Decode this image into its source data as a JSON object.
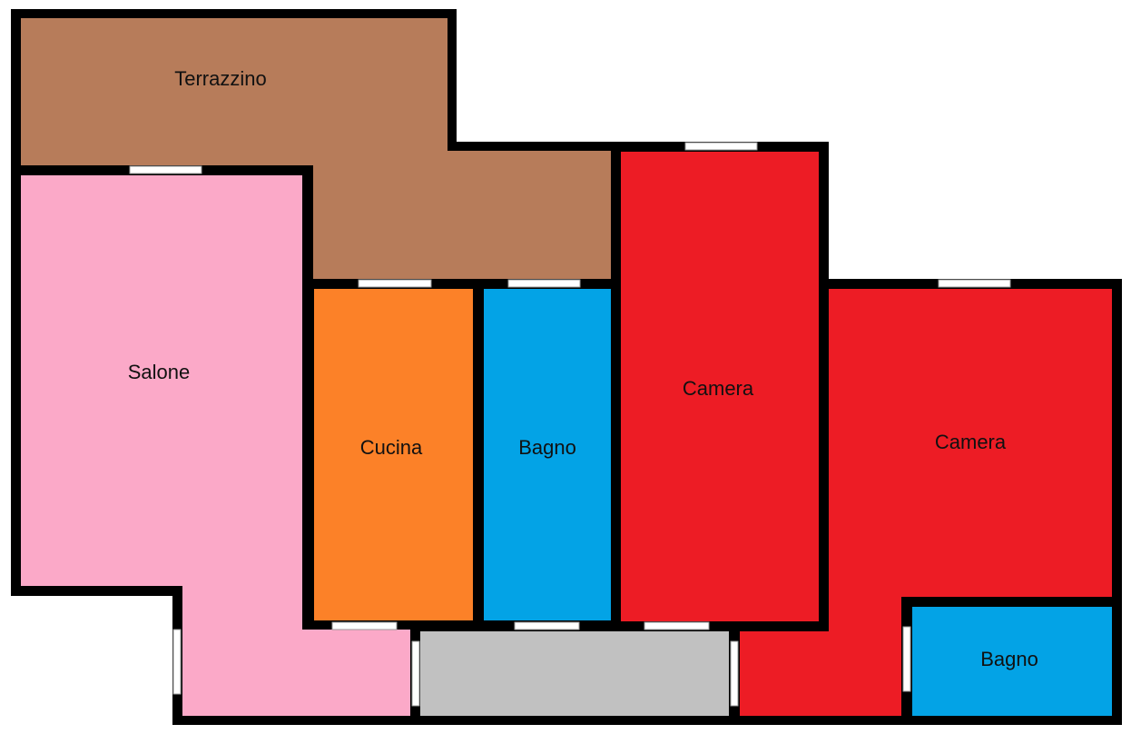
{
  "colors": {
    "terrazzino": "#b77c5a",
    "salone": "#fba9c8",
    "cucina": "#fc8128",
    "bagno": "#03a3e6",
    "camera": "#ed1c25",
    "corridoio": "#c1c1c1",
    "wall": "#000000",
    "background": "#ffffff"
  },
  "rooms": {
    "terrazzino": {
      "label": "Terrazzino"
    },
    "salone": {
      "label": "Salone"
    },
    "cucina": {
      "label": "Cucina"
    },
    "bagno_1": {
      "label": "Bagno"
    },
    "camera_1": {
      "label": "Camera"
    },
    "camera_2": {
      "label": "Camera"
    },
    "bagno_2": {
      "label": "Bagno"
    },
    "corridoio": {
      "label": ""
    }
  }
}
